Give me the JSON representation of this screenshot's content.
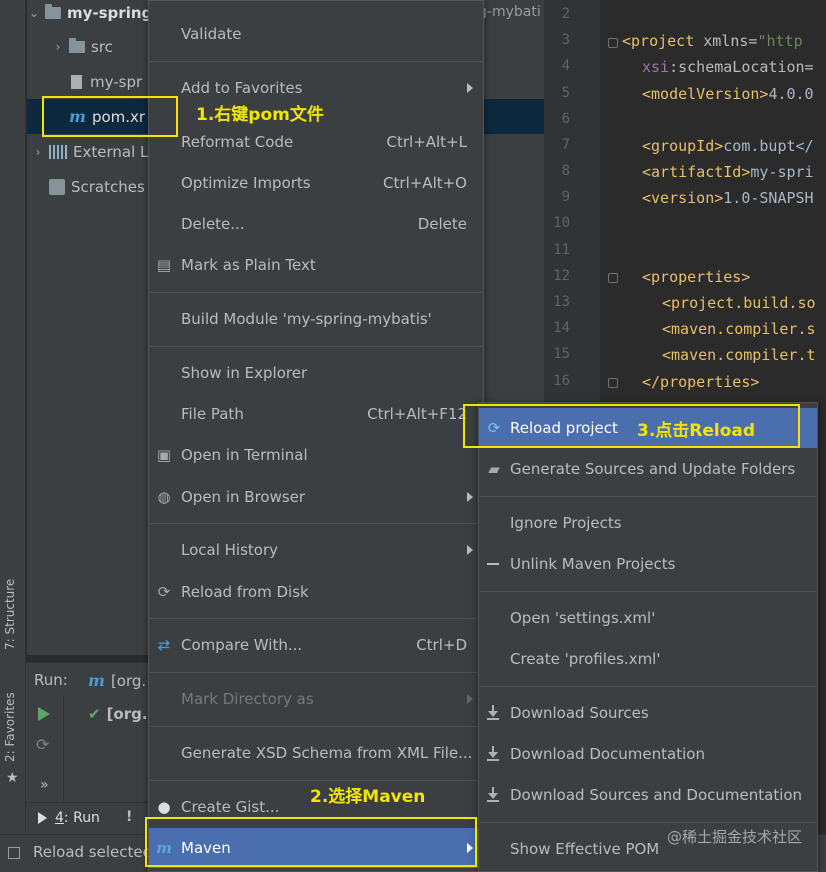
{
  "stripe": {
    "structure": "7: Structure",
    "favorites": "2: Favorites"
  },
  "project_tree": {
    "root": "my-spring",
    "src": "src",
    "iml": "my-spr",
    "pom": "pom.xr",
    "external": "External Li",
    "scratches": "Scratches"
  },
  "editor": {
    "tab_fragment": "g-mybati",
    "line_numbers": [
      "2",
      "3",
      "4",
      "5",
      "6",
      "7",
      "8",
      "9",
      "10",
      "11",
      "12",
      "13",
      "14",
      "15",
      "16"
    ],
    "lines": {
      "l3_tag": "<project ",
      "l3_attr": "xmlns=",
      "l3_str": "\"http",
      "l4_ns": "xsi",
      "l4_attr": ":schemaLocation=",
      "l5_tag": "<modelVersion>",
      "l5_txt": "4.0.0",
      "l7_tag": "<groupId>",
      "l7_txt": "com.bupt</",
      "l8_tag": "<artifactId>",
      "l8_txt": "my-spri",
      "l9_tag": "<version>",
      "l9_txt": "1.0-SNAPSH",
      "l12_tag": "<properties>",
      "l13_tag": "<project.build.so",
      "l14_tag": "<maven.compiler.s",
      "l15_tag": "<maven.compiler.t",
      "l16_tag": "</properties>"
    }
  },
  "run_panel": {
    "label": "Run:",
    "tab": "[org.",
    "item": "[org.",
    "bottom_tab_num": "4",
    "bottom_tab": ": Run"
  },
  "status_bar": {
    "text": "Reload selected"
  },
  "context_menu": {
    "validate": "Validate",
    "add_favorites": "Add to Favorites",
    "reformat": "Reformat Code",
    "reformat_sc": "Ctrl+Alt+L",
    "optimize": "Optimize Imports",
    "optimize_sc": "Ctrl+Alt+O",
    "delete": "Delete...",
    "delete_sc": "Delete",
    "plain_text": "Mark as Plain Text",
    "build_module": "Build Module 'my-spring-mybatis'",
    "show_explorer": "Show in Explorer",
    "file_path": "File Path",
    "file_path_sc": "Ctrl+Alt+F12",
    "terminal": "Open in Terminal",
    "browser": "Open in Browser",
    "local_history": "Local History",
    "reload_disk": "Reload from Disk",
    "compare": "Compare With...",
    "compare_sc": "Ctrl+D",
    "mark_dir": "Mark Directory as",
    "xsd": "Generate XSD Schema from XML File...",
    "gist": "Create Gist...",
    "maven": "Maven"
  },
  "maven_menu": {
    "reload": "Reload project",
    "generate": "Generate Sources and Update Folders",
    "ignore": "Ignore Projects",
    "unlink": "Unlink Maven Projects",
    "settings": "Open 'settings.xml'",
    "profiles": "Create 'profiles.xml'",
    "dl_sources": "Download Sources",
    "dl_docs": "Download Documentation",
    "dl_both": "Download Sources and Documentation",
    "effective_pom": "Show Effective POM"
  },
  "annotations": {
    "step1": "1.右键pom文件",
    "step2": "2.选择Maven",
    "step3": "3.点击Reload",
    "color": "#f2e600"
  },
  "watermark": "@稀土掘金技术社区",
  "colors": {
    "highlight": "#4b6eaf",
    "menu_bg": "#3c3f41",
    "editor_bg": "#2b2b2b"
  }
}
